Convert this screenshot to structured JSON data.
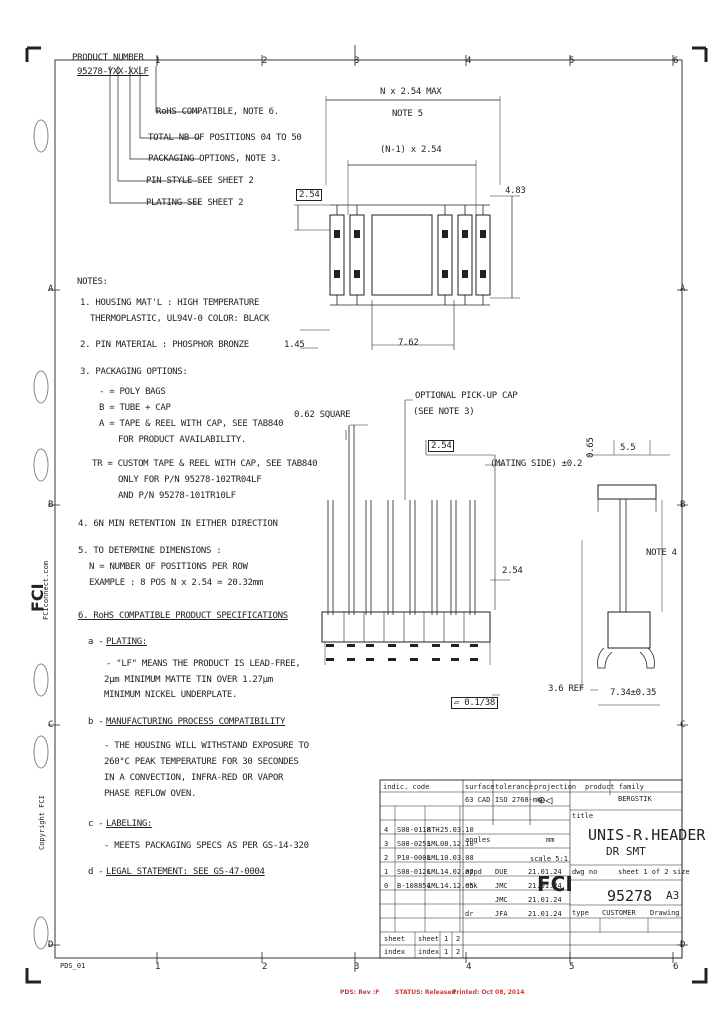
{
  "border": {
    "cols_top": [
      "1",
      "2",
      "3",
      "4",
      "5",
      "6"
    ],
    "cols_bottom": [
      "1",
      "2",
      "3",
      "4",
      "5",
      "6"
    ],
    "rows": [
      "A",
      "B",
      "C",
      "D"
    ],
    "corner_label": "PDS_01"
  },
  "part": {
    "label": "PRODUCT NUMBER",
    "number": "95278-YXX-XXLF",
    "callouts": [
      "RoHS COMPATIBLE, NOTE 6.",
      "TOTAL NB OF POSITIONS 04 TO 50",
      "PACKAGING OPTIONS, NOTE 3.",
      "PIN STYLE SEE SHEET 2",
      "PLATING SEE SHEET 2"
    ]
  },
  "notes": {
    "title": "NOTES:",
    "n1": [
      "1. HOUSING MAT'L : HIGH TEMPERATURE",
      "THERMOPLASTIC, UL94V-0 COLOR: BLACK"
    ],
    "n2": "2. PIN MATERIAL : PHOSPHOR BRONZE",
    "n3": "3. PACKAGING OPTIONS:",
    "n3_opts": [
      "- = POLY BAGS",
      "B = TUBE + CAP",
      "A = TAPE & REEL WITH CAP, SEE TAB840",
      "FOR PRODUCT AVAILABILITY."
    ],
    "n3_tr": [
      "TR = CUSTOM TAPE & REEL WITH CAP, SEE TAB840",
      "ONLY FOR P/N 95278-102TR04LF",
      "AND P/N 95278-101TR10LF"
    ],
    "n4": "4. 6N MIN RETENTION IN EITHER DIRECTION",
    "n5": [
      "5. TO DETERMINE DIMENSIONS :",
      "N = NUMBER OF POSITIONS PER ROW",
      "EXAMPLE : 8 POS N x 2.54 = 20.32mm"
    ],
    "n6": "6. RoHS COMPATIBLE PRODUCT SPECIFICATIONS",
    "a_title": "PLATING:",
    "a_body": [
      "- \"LF\" MEANS THE PRODUCT IS LEAD-FREE,",
      "2μm MINIMUM MATTE TIN OVER 1.27μm",
      "MINIMUM NICKEL UNDERPLATE."
    ],
    "b_title": "MANUFACTURING PROCESS COMPATIBILITY",
    "b_body": [
      "- THE HOUSING WILL WITHSTAND EXPOSURE TO",
      "260°C PEAK TEMPERATURE FOR 30 SECONDES",
      "IN A CONVECTION, INFRA-RED OR VAPOR",
      "PHASE REFLOW OVEN."
    ],
    "c_title": "LABELING:",
    "c_body": "- MEETS PACKAGING SPECS AS PER GS-14-320",
    "d_title": "LEGAL STATEMENT: SEE GS-47-0004",
    "a": "a -",
    "b": "b -",
    "c": "c -",
    "d": "d -"
  },
  "dims": {
    "n_max": "N x 2.54 MAX",
    "note5": "NOTE 5",
    "n_minus": "(N-1) x 2.54",
    "d254a": "2.54",
    "d483": "4.83",
    "d145": "1.45",
    "d762": "7.62",
    "opt_cap": "OPTIONAL PICK-UP CAP",
    "see_note3": "(SEE NOTE 3)",
    "sq062": "0.62 SQUARE",
    "d254b": "2.54",
    "mating": "(MATING SIDE) ±0.2",
    "d254c": "2.54",
    "flat": "▱ 0.1/38",
    "d065": "0.65",
    "d55": "5.5",
    "note4": "NOTE 4",
    "ref36": "3.6 REF",
    "d734": "7.34±0.35"
  },
  "title_block": {
    "indic_code": "indic. code",
    "surface": "surface",
    "tolerance": "tolerance",
    "projection": "projection",
    "product_family": "product family",
    "family_value": "BERGSTIK",
    "surface_val": "63 CAD",
    "tol_val": "ISO 2768-mK",
    "title_label": "title",
    "title1": "UNIS-R.HEADER",
    "title2": "DR SMT",
    "dwg_label": "dwg no",
    "sheet_label": "sheet 1 of 2 size",
    "dwg_no": "95278",
    "size": "A3",
    "type_label": "type",
    "type_value": "CUSTOMER",
    "drawing": "Drawing",
    "angles": "angles",
    "mm": "mm",
    "scale": "scale 5:1",
    "revs": [
      [
        "4",
        "S08-0118",
        "RTH",
        "25.03.10"
      ],
      [
        "3",
        "S08-0253",
        "LML",
        "08.12.10"
      ],
      [
        "2",
        "P10-0008",
        "LML",
        "10.03.08"
      ],
      [
        "1",
        "S08-0126",
        "LML",
        "14.02.07"
      ],
      [
        "0",
        "B-108854",
        "LML",
        "14.12.05"
      ]
    ],
    "sign": [
      [
        "DUE",
        "21.01.24"
      ],
      [
        "JMC",
        "21.01.24"
      ],
      [
        "JMC",
        "21.01.24"
      ],
      [
        "JFA",
        "21.01.24"
      ]
    ],
    "appd": "appd",
    "chk": "chk",
    "dr": "dr",
    "sheet": "sheet",
    "index": "index",
    "sheet_vals": [
      "1",
      "2"
    ],
    "index_vals": [
      "1",
      "2"
    ]
  },
  "left_side": {
    "logo": "FCI",
    "web": "FCIconnect.com",
    "copyright": "Copyright FCI"
  },
  "footer": {
    "pdm": "PDS: Rev :F",
    "status": "STATUS: Released",
    "printed": "Printed: Oct 08, 2014"
  }
}
